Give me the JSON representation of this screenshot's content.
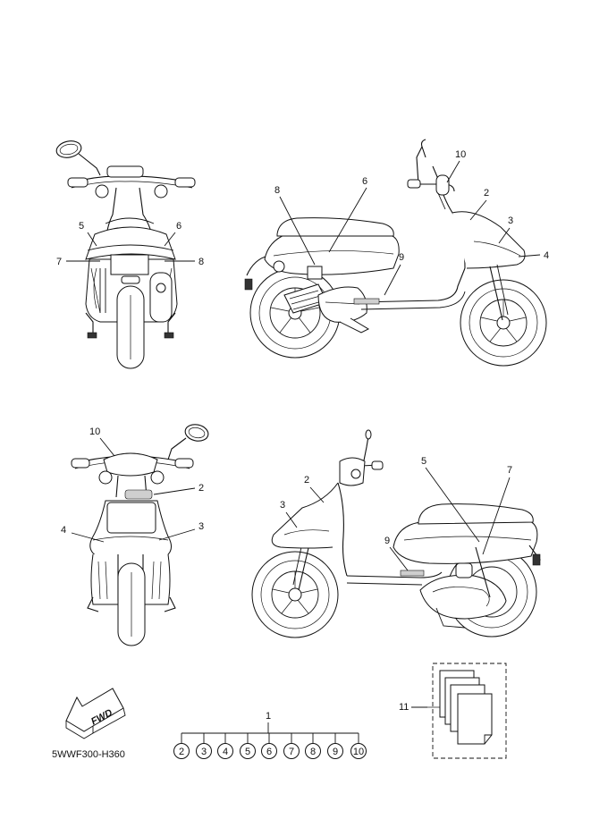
{
  "callouts": {
    "rear_view": [
      "5",
      "6",
      "7",
      "8"
    ],
    "right_side_view": [
      "10",
      "8",
      "6",
      "2",
      "3",
      "4",
      "9"
    ],
    "front_view": [
      "10",
      "2",
      "4",
      "3"
    ],
    "left_side_view": [
      "5",
      "7",
      "2",
      "3",
      "9"
    ]
  },
  "kit": {
    "number": "1",
    "members": [
      "2",
      "3",
      "4",
      "5",
      "6",
      "7",
      "8",
      "9",
      "10"
    ]
  },
  "documents": {
    "number": "11"
  },
  "fwd_arrow": {
    "text": "FWD"
  },
  "diagram_code": "5WWF300-H360"
}
